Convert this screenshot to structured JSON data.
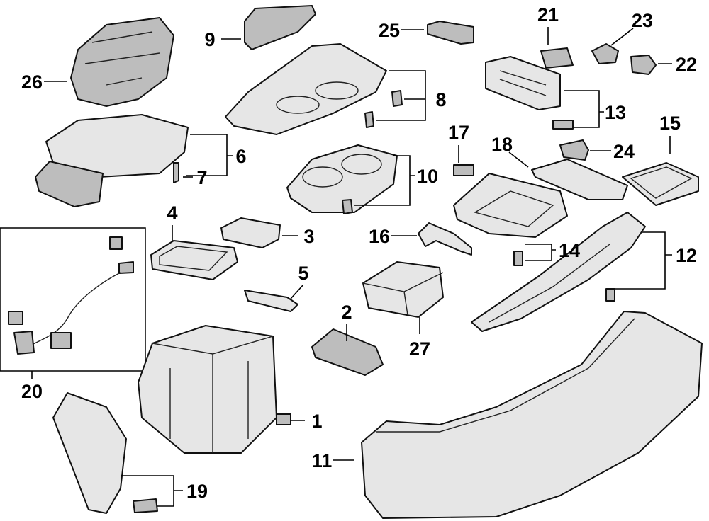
{
  "diagram": {
    "type": "exploded parts diagram",
    "callouts": [
      "1",
      "2",
      "3",
      "4",
      "5",
      "6",
      "7",
      "8",
      "9",
      "10",
      "11",
      "12",
      "13",
      "14",
      "15",
      "16",
      "17",
      "18",
      "19",
      "20",
      "21",
      "22",
      "23",
      "24",
      "25",
      "26",
      "27"
    ]
  }
}
